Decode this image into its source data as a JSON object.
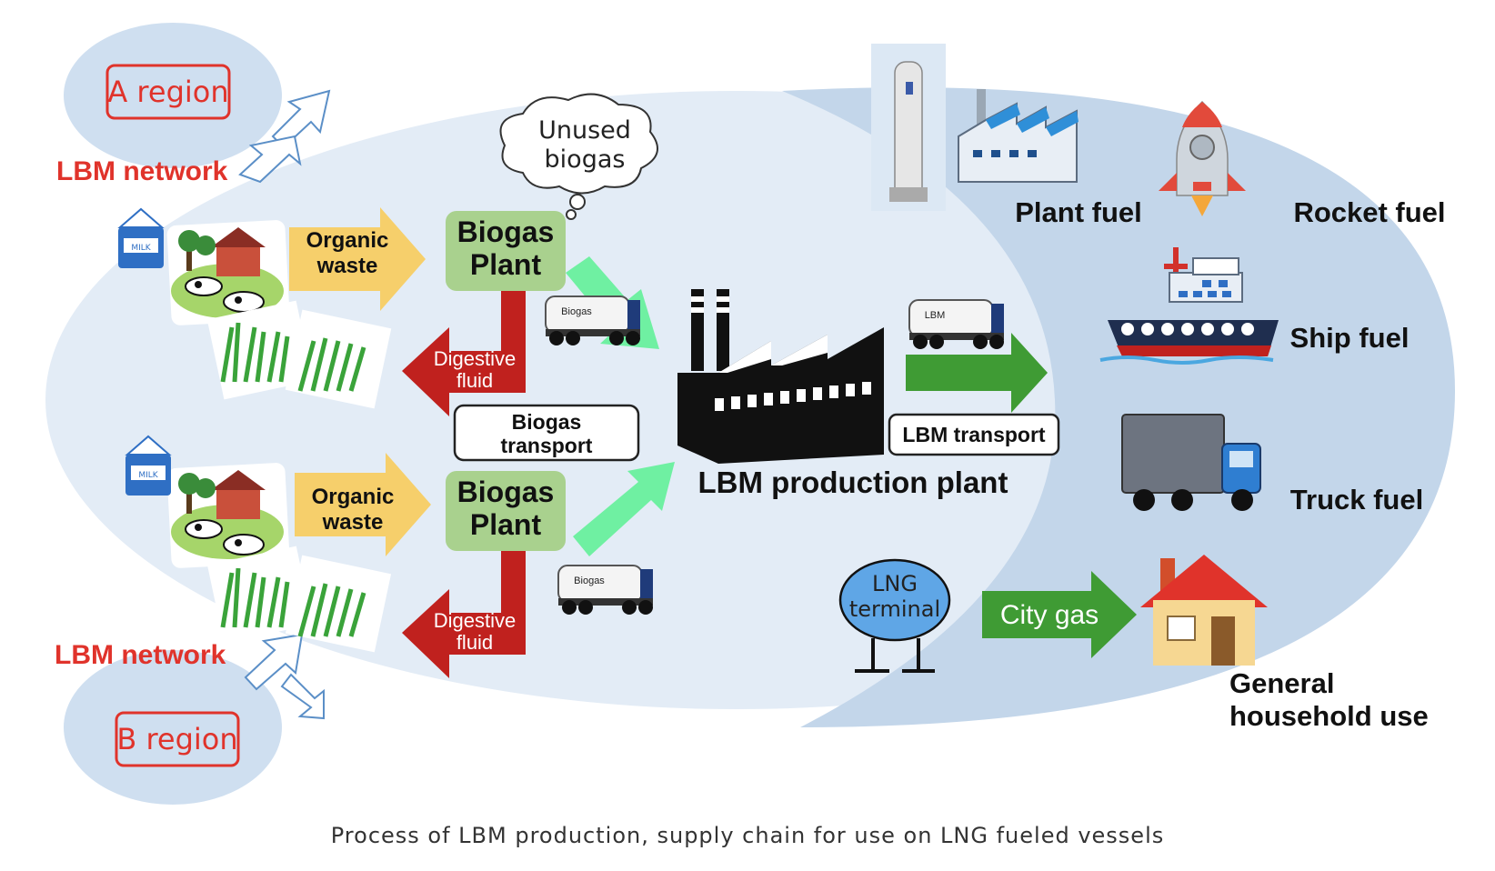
{
  "diagram": {
    "regions": {
      "a_region": "A region",
      "b_region": "B region"
    },
    "lbm_network_top": "LBM network",
    "lbm_network_bottom": "LBM network",
    "unused_biogas": [
      "Unused",
      "biogas"
    ],
    "organic_waste_top": [
      "Organic",
      "waste"
    ],
    "organic_waste_bottom": [
      "Organic",
      "waste"
    ],
    "biogas_plant_top": [
      "Biogas",
      "Plant"
    ],
    "biogas_plant_bottom": [
      "Biogas",
      "Plant"
    ],
    "digestive_fluid_top": [
      "Digestive",
      "fluid"
    ],
    "digestive_fluid_bottom": [
      "Digestive",
      "fluid"
    ],
    "biogas_transport": [
      "Biogas",
      "transport"
    ],
    "truck_label_biogas_top": "Biogas",
    "truck_label_biogas_bottom": "Biogas",
    "truck_label_lbm": "LBM",
    "lbm_production_plant": "LBM production plant",
    "lbm_transport": "LBM transport",
    "lng_terminal": [
      "LNG",
      "terminal"
    ],
    "city_gas": "City gas",
    "plant_fuel": "Plant fuel",
    "rocket_fuel": "Rocket fuel",
    "ship_fuel": "Ship fuel",
    "truck_fuel": "Truck fuel",
    "general_household_use": [
      "General",
      "household use"
    ],
    "milk_text": "MILK"
  },
  "caption": "Process of LBM production, supply chain for use on LNG fueled vessels",
  "colors": {
    "ellipse_light": "#e3ecf6",
    "ellipse_right": "#c3d6ea",
    "region_bubble": "#cfdff0",
    "red_label": "#e0332b",
    "biogas_plant_box": "#a9d18e",
    "digestive_arrow": "#c0211e",
    "organic_arrow": "#f6cf6b",
    "light_green_arrow": "#6ff0a2",
    "green_arrow": "#3f9b34",
    "factory": "#111111"
  }
}
